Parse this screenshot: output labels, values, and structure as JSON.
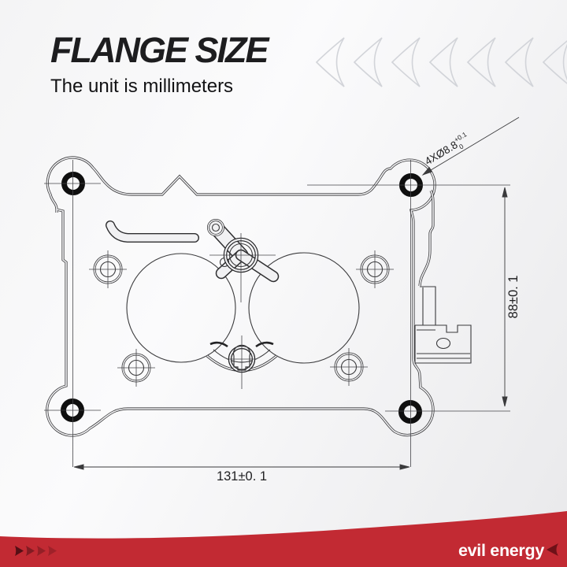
{
  "header": {
    "title": "FLANGE SIZE",
    "subtitle": "The unit is millimeters"
  },
  "drawing": {
    "hole_callout": {
      "label": "4XØ8.8",
      "tol_upper": "+0.1",
      "tol_lower": "0"
    },
    "height_dim": "88±0. 1",
    "width_dim": "131±0. 1"
  },
  "footer": {
    "brand": "evil energy"
  },
  "colors": {
    "accent_red": "#c22a33",
    "maroon": "#6e1118",
    "line": "#3a3a3c",
    "black_ring": "#0f0f0f",
    "decor_gray": "#d2d4d9"
  }
}
